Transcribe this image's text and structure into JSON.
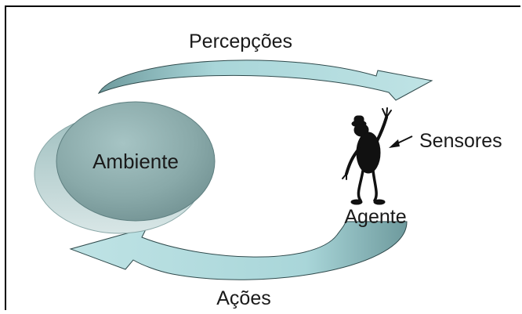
{
  "diagram": {
    "labels": {
      "perceptions": "Percepções",
      "environment": "Ambiente",
      "sensors": "Sensores",
      "agent": "Agente",
      "actions": "Ações"
    },
    "colors": {
      "arrow_fill": "#a9d6d9",
      "arrow_stroke": "#2f4a4c",
      "environment_fill": "#8eafaf",
      "border": "#000000"
    }
  }
}
